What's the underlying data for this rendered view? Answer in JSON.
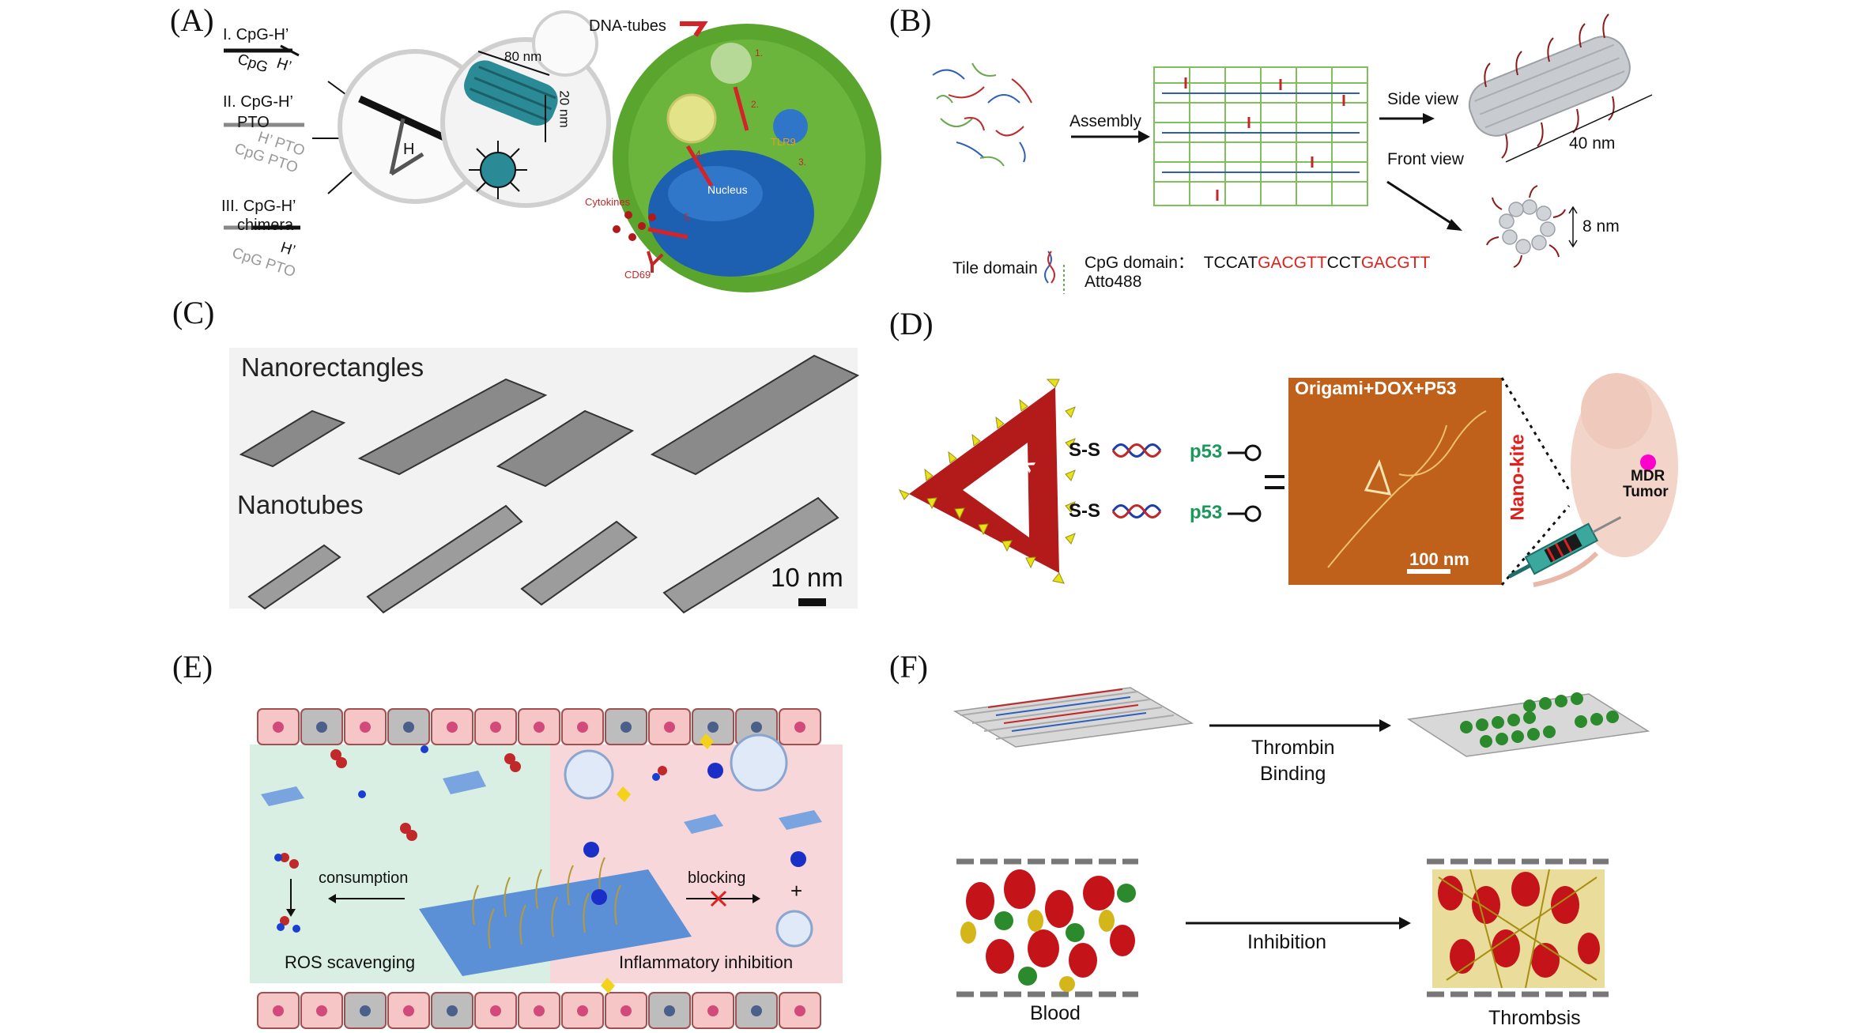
{
  "panels": {
    "a": {
      "letter": "(A)",
      "strand_1": "I. CpG-H’",
      "strand_1_cpg": "CpG",
      "strand_1_h": "H’",
      "strand_2": "II. CpG-H’",
      "strand_2_pto": "PTO",
      "strand_2_hpto": "H’ PTO",
      "strand_2_cpgpto": "CpG PTO",
      "strand_3": "III. CpG-H’",
      "strand_3_chimera": "chimera",
      "strand_3_h": "H’",
      "strand_3_cpgpto": "CpG PTO",
      "h_label": "H",
      "dim_80": "80 nm",
      "dim_20": "20 nm",
      "dna_tubes": "DNA-tubes",
      "tlr9": "TLR9",
      "nucleus": "Nucleus",
      "cytokines": "Cytokines",
      "cd69": "CD69",
      "step_1": "1.",
      "step_2": "2.",
      "step_3": "3.",
      "step_4": "4.",
      "step_5": "5."
    },
    "b": {
      "letter": "(B)",
      "assembly": "Assembly",
      "side_view": "Side view",
      "front_view": "Front view",
      "length": "40 nm",
      "diameter": "8 nm",
      "tile_domain": "Tile domain",
      "cpg_domain": "CpG domain：",
      "seq_1": "TCCAT",
      "seq_2": "GACGTT",
      "seq_3": "CCT",
      "seq_4": "GACGTT",
      "atto": "Atto488"
    },
    "c": {
      "letter": "(C)",
      "nanorectangles": "Nanorectangles",
      "nanotubes": "Nanotubes",
      "scale": "10 nm"
    },
    "d": {
      "letter": "(D)",
      "dox": "DOX",
      "ss_1": "S-S",
      "ss_2": "S-S",
      "p53_1": "p53",
      "p53_2": "p53",
      "afm_title": "Origami+DOX+P53",
      "afm_scale": "100 nm",
      "nano_kite": "Nano-kite",
      "mdr": "MDR",
      "tumor": "Tumor"
    },
    "e": {
      "letter": "(E)",
      "consumption": "consumption",
      "blocking": "blocking",
      "plus": "+",
      "ros": "ROS scavenging",
      "inflam": "Inflammatory inhibition"
    },
    "f": {
      "letter": "(F)",
      "thrombin": "Thrombin",
      "binding": "Binding",
      "inhibition": "Inhibition",
      "blood": "Blood",
      "thrombsis": "Thrombsis"
    }
  },
  "colors": {
    "cell_green": "#5aa52e",
    "nucleus_blue": "#1d5fb0",
    "dna_teal": "#2a8a95",
    "seq_red": "#e0201c",
    "origami_red": "#b31a1a",
    "kite_yellow": "#e8e21a",
    "afm_orange": "#c8661c",
    "p53_green": "#1a9a5a",
    "ros_bg": "#d9efe3",
    "inflam_bg": "#f7d7da",
    "thrombin_green": "#2b8a2b",
    "rbc_red": "#c4141a"
  }
}
